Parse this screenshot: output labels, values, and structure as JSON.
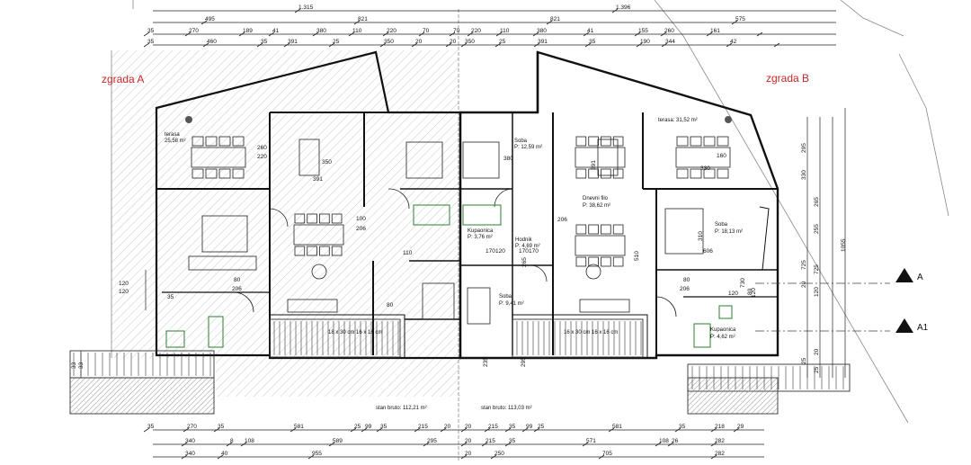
{
  "buildings": {
    "a": "zgrada A",
    "b": "zgrada B"
  },
  "dimensions": {
    "top_overall": [
      "1.315",
      "1.396"
    ],
    "top_row2": [
      "495",
      "821",
      "821",
      "575"
    ],
    "top_row3": [
      "35",
      "270",
      "189",
      "41",
      "380",
      "110",
      "220",
      "70",
      "70",
      "220",
      "110",
      "380",
      "41",
      "155",
      "260",
      "161"
    ],
    "top_row4": [
      "35",
      "460",
      "35",
      "391",
      "25",
      "350",
      "20",
      "20",
      "350",
      "25",
      "391",
      "35",
      "190",
      "344",
      "42"
    ],
    "bottom_row1": [
      "35",
      "270",
      "35",
      "581",
      "25",
      "99",
      "35",
      "215",
      "20",
      "20",
      "215",
      "35",
      "99",
      "25",
      "581",
      "35",
      "218",
      "29"
    ],
    "bottom_row2": [
      "340",
      "8",
      "108",
      "589",
      "295",
      "20",
      "215",
      "35",
      "571",
      "108",
      "26",
      "282"
    ],
    "bottom_row3": [
      "340",
      "40",
      "955",
      "20",
      "250",
      "705",
      "282"
    ],
    "right_col": [
      "295",
      "330",
      "265",
      "255",
      "1055",
      "725",
      "725",
      "20",
      "120",
      "20",
      "25",
      "25"
    ],
    "left_col": [
      "120",
      "120",
      "35",
      "33",
      "33"
    ]
  },
  "rooms": {
    "terasa_a": {
      "name": "terasa",
      "area": "25,58 m²"
    },
    "terasa_b": {
      "name": "terasa: 31,52 m²"
    },
    "soba_1": {
      "name": "Soba",
      "area": "P: 12,59 m²"
    },
    "dnevni": {
      "name": "Dnevni filo",
      "area": "P: 38,62 m²"
    },
    "soba_2": {
      "name": "Soba",
      "area": "P: 18,13 m²"
    },
    "kupaonica_1": {
      "name": "Kupaonica",
      "area": "P: 3,76 m²"
    },
    "hodnik": {
      "name": "Hodnik",
      "area": "P: 4,69 m²"
    },
    "soba_3": {
      "name": "Soba",
      "area": "P: 9,41 m²"
    },
    "kupaonica_2": {
      "name": "Kupaonica",
      "area": "P: 4,62 m²"
    }
  },
  "interior_dims": [
    "260",
    "220",
    "350",
    "391",
    "100",
    "206",
    "80",
    "206",
    "110",
    "80",
    "170",
    "120",
    "206",
    "380",
    "391",
    "330",
    "160",
    "310",
    "510",
    "606",
    "80",
    "206",
    "120",
    "80",
    "120",
    "730",
    "170",
    "170",
    "265",
    "235",
    "295"
  ],
  "stairs": {
    "a": "18 x 30 cm\n16 x 16 cm",
    "b": "16 x 30 cm\n16 x 16 cm"
  },
  "totals": {
    "a": "stan bruto: 112,21 m²",
    "b": "stan bruto: 113,03 m²"
  },
  "sections": {
    "a": "A",
    "a1": "A1"
  }
}
